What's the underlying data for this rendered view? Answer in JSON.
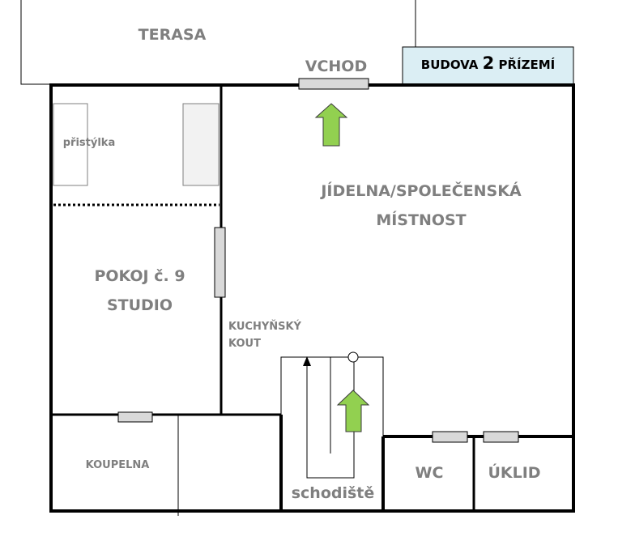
{
  "title_box": {
    "prefix": "BUDOVA ",
    "number": "2",
    "suffix": " PŘÍZEMÍ",
    "fill": "#dbeef4"
  },
  "rooms": {
    "terasa": "TERASA",
    "vchod": "VCHOD",
    "pristylka": "přistýlka",
    "jidelna_1": "JÍDELNA/SPOLEČENSKÁ",
    "jidelna_2": "MÍSTNOST",
    "pokoj_1": "POKOJ č. 9",
    "pokoj_2": "STUDIO",
    "kuchyn_1": "KUCHYŇSKÝ",
    "kuchyn_2": "KOUT",
    "koupelna": "KOUPELNA",
    "schodiste": "schodiště",
    "wc": "WC",
    "uklid": "ÚKLID"
  },
  "colors": {
    "arrow": "#92d050",
    "door": "#d9d9d9",
    "text": "#7f7f7f"
  }
}
